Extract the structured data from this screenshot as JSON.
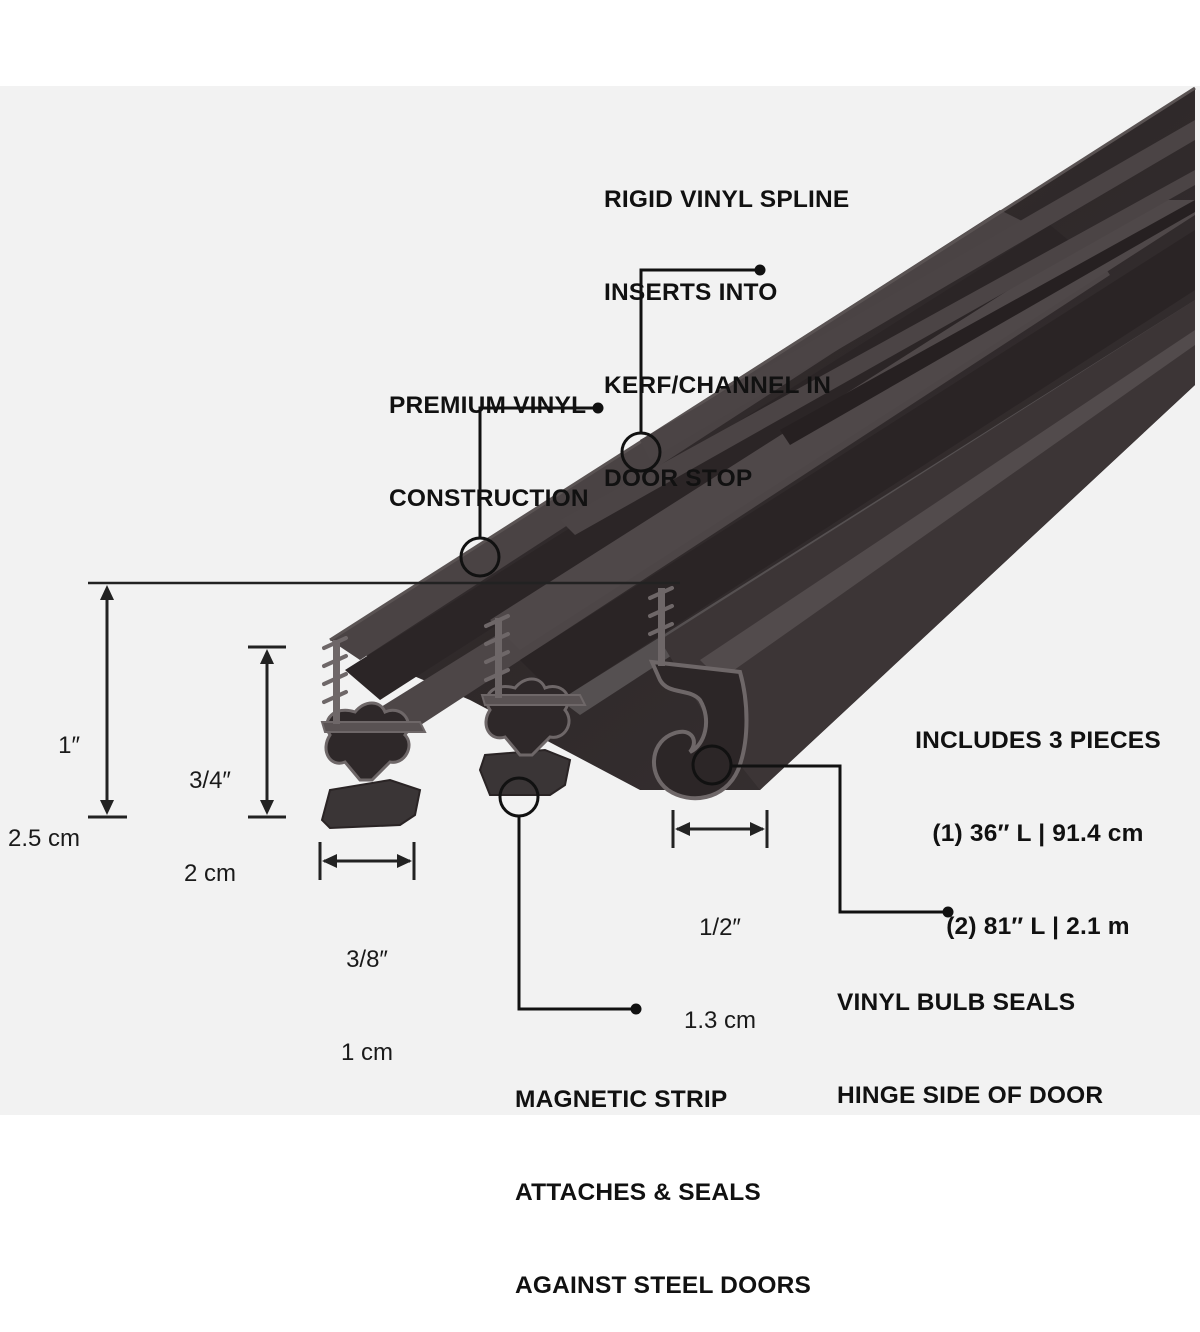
{
  "colors": {
    "background": "#ffffff",
    "panel": "#f2f2f2",
    "product_dark": "#2b2526",
    "product_mid": "#3d3637",
    "product_light": "#5a5353",
    "profile_edge": "#6e6768",
    "magnet": "#3a3536",
    "ink": "#111111"
  },
  "callouts": {
    "spline": {
      "lines": [
        "RIGID VINYL SPLINE",
        "INSERTS INTO",
        "KERF/CHANNEL IN",
        "DOOR STOP"
      ]
    },
    "premium": {
      "lines": [
        "PREMIUM VINYL",
        "CONSTRUCTION"
      ]
    },
    "pieces": {
      "lines": [
        "INCLUDES 3 PIECES",
        "(1) 36″ L | 91.4 cm",
        "(2) 81″ L | 2.1 m"
      ]
    },
    "bulb": {
      "lines": [
        "VINYL BULB SEALS",
        "HINGE SIDE OF DOOR"
      ]
    },
    "magnetic": {
      "lines": [
        "MAGNETIC STRIP",
        "ATTACHES & SEALS",
        "AGAINST STEEL DOORS"
      ]
    }
  },
  "dimensions": {
    "height_total": {
      "imperial": "1″",
      "metric": "2.5 cm"
    },
    "height_profile": {
      "imperial": "3/4″",
      "metric": "2 cm"
    },
    "width_magnetic": {
      "imperial": "3/8″",
      "metric": "1 cm"
    },
    "width_bulb": {
      "imperial": "1/2″",
      "metric": "1.3 cm"
    }
  }
}
